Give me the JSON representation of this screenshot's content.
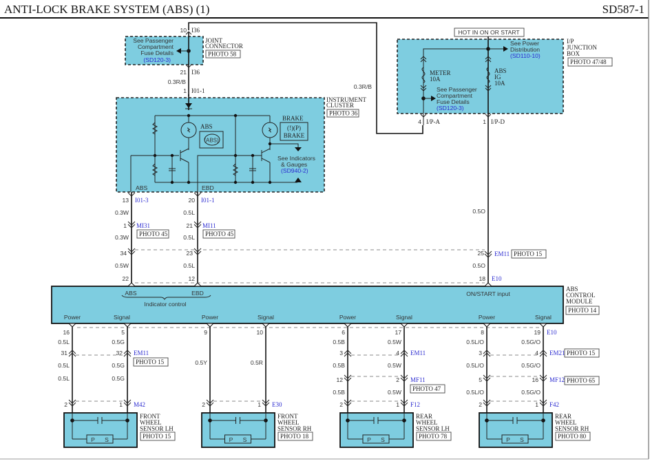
{
  "header": {
    "title": "ANTI-LOCK BRAKE SYSTEM (ABS) (1)",
    "page_code": "SD587-1"
  },
  "joint_connector": {
    "name_lines": [
      "JOINT",
      "CONNECTOR"
    ],
    "photo": "PHOTO 58",
    "top_pin": "10",
    "top_conn": "I36",
    "bottom_pin": "21",
    "bottom_conn": "I36",
    "ref_lines": [
      "See Passenger",
      "Compartment",
      "Fuse Details"
    ],
    "ref_link": "(SD120-3)"
  },
  "wire_jc_to_cluster": {
    "spec": "0.3R/B",
    "pin": "1",
    "conn": "I01-1"
  },
  "wire_jb_to_jc": {
    "spec": "0.3R/B"
  },
  "junction_box": {
    "hot_label": "HOT IN ON OR START",
    "name_lines": [
      "I/P",
      "JUNCTION",
      "BOX"
    ],
    "photo": "PHOTO 47/48",
    "power_ref_lines": [
      "See Power",
      "Distribution"
    ],
    "power_ref_link": "(SD110-10)",
    "fuse_meter": [
      "METER",
      "10A"
    ],
    "fuse_abs": [
      "ABS",
      "IG",
      "10A"
    ],
    "fuse_ref_lines": [
      "See Passenger",
      "Compartment",
      "Fuse Details"
    ],
    "fuse_ref_link": "(SD120-3)",
    "pin_a": "4",
    "conn_a": "I/P-A",
    "pin_d": "1",
    "conn_d": "I/P-D"
  },
  "instrument_cluster": {
    "name_lines": [
      "INSTRUMENT",
      "CLUSTER"
    ],
    "photo": "PHOTO 36",
    "abs_lamp_label": "ABS",
    "abs_symbol": "(ABS)",
    "brake_lamp_label": "BRAKE",
    "brake_symbol_1": "(!)(P)",
    "brake_symbol_2": "BRAKE",
    "ref_lines": [
      "See Indicators",
      "& Gauges"
    ],
    "ref_link": "(SD940-2)",
    "out_abs": "ABS",
    "out_ebd": "EBD"
  },
  "left_wires": [
    {
      "pin_top": "13",
      "conn_top": "I01-3",
      "spec1": "0.3W",
      "pin_mid": "1",
      "conn_mid": "MI31",
      "photo": "PHOTO 45",
      "spec2": "0.3W",
      "pin_em": "34",
      "spec3": "0.5W",
      "pin_module": "22"
    },
    {
      "pin_top": "20",
      "conn_top": "I01-1",
      "spec1": "0.5L",
      "pin_mid": "21",
      "conn_mid": "MI11",
      "photo": "PHOTO 45",
      "spec2": "0.5L",
      "pin_em": "23",
      "spec3": "0.5L",
      "pin_module": "12"
    }
  ],
  "ign_wire": {
    "spec1": "0.5O",
    "pin_em": "25",
    "conn_em": "EM11",
    "photo": "PHOTO 15",
    "spec2": "0.5O",
    "pin_module": "18",
    "conn_module": "E10"
  },
  "abs_module": {
    "name_lines": [
      "ABS",
      "CONTROL",
      "MODULE"
    ],
    "photo": "PHOTO 14",
    "abs_label": "ABS",
    "ebd_label": "EBD",
    "indicator_label": "Indicator control",
    "on_start_label": "ON/START input",
    "port_labels": [
      "Power",
      "Signal",
      "Power",
      "Signal",
      "Power",
      "Signal",
      "Power",
      "Signal"
    ]
  },
  "sensors": [
    {
      "name_lines": [
        "FRONT",
        "WHEEL",
        "SENSOR LH"
      ],
      "photo": "PHOTO 15",
      "sensor_conn": "M42",
      "power": {
        "pin": "16",
        "spec1": "0.5L",
        "pin_j1": "31",
        "spec2": "0.5L",
        "pin_j2": "",
        "spec3": ""
      },
      "signal": {
        "pin": "5",
        "spec1": "0.5G",
        "pin_j1": "32",
        "spec2": "0.5G",
        "pin_j2": "",
        "spec3": ""
      },
      "j1_conn": "EM11",
      "j1_photo": "PHOTO 15",
      "j2_conn": "",
      "j2_photo": "",
      "module_conn": "",
      "pin_sensor_power": "2",
      "pin_sensor_signal": "1"
    },
    {
      "name_lines": [
        "FRONT",
        "WHEEL",
        "SENSOR RH"
      ],
      "photo": "PHOTO 18",
      "sensor_conn": "E30",
      "power": {
        "pin": "9",
        "spec1": "0.5Y"
      },
      "signal": {
        "pin": "10",
        "spec1": "0.5R"
      },
      "pin_sensor_power": "2",
      "pin_sensor_signal": "1"
    },
    {
      "name_lines": [
        "REAR",
        "WHEEL",
        "SENSOR LH"
      ],
      "photo": "PHOTO 78",
      "sensor_conn": "F12",
      "power": {
        "pin": "6",
        "spec1": "0.5B",
        "pin_j1": "3",
        "spec2": "0.5B",
        "pin_j2": "12",
        "spec3": "0.5B"
      },
      "signal": {
        "pin": "17",
        "spec1": "0.5W",
        "pin_j1": "4",
        "spec2": "0.5W",
        "pin_j2": "2",
        "spec3": "0.5W"
      },
      "j1_conn": "EM11",
      "j1_photo": "",
      "j2_conn": "MF11",
      "j2_photo": "PHOTO 47",
      "pin_sensor_power": "2",
      "pin_sensor_signal": "1"
    },
    {
      "name_lines": [
        "REAR",
        "WHEEL",
        "SENSOR RH"
      ],
      "photo": "PHOTO 80",
      "sensor_conn": "F42",
      "power": {
        "pin": "8",
        "spec1": "0.5L/O",
        "pin_j1": "3",
        "spec2": "0.5L/O",
        "pin_j2": "5",
        "spec3": "0.5L/O"
      },
      "signal": {
        "pin": "19",
        "spec1": "0.5G/O",
        "pin_j1": "4",
        "spec2": "0.5G/O",
        "pin_j2": "16",
        "spec3": "0.5G/O"
      },
      "module_conn": "E10",
      "j1_conn": "EM21",
      "j1_photo": "PHOTO 15",
      "j2_conn": "MF12",
      "j2_photo": "PHOTO 65",
      "pin_sensor_power": "2",
      "pin_sensor_signal": "1"
    }
  ],
  "sensor_symbol": {
    "p": "P",
    "s": "S"
  },
  "colors": {
    "component_fill": "#7ecde0",
    "link_blue": "#2a2ad0"
  }
}
